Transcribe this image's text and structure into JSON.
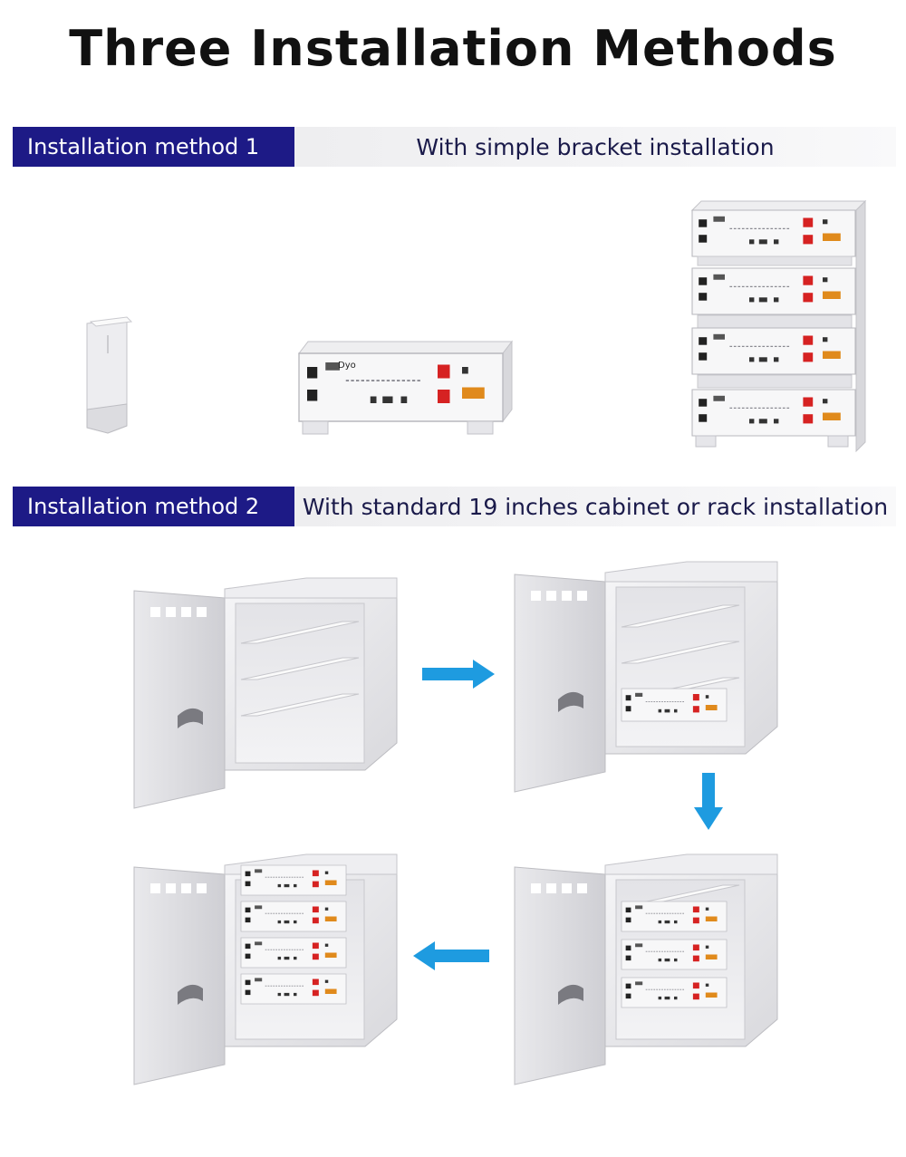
{
  "title": "Three Installation Methods",
  "sections": [
    {
      "tag": "Installation method 1",
      "description": "With simple bracket installation"
    },
    {
      "tag": "Installation method 2",
      "description": "With standard 19 inches cabinet or rack installation"
    }
  ],
  "brand_label": "Dyo",
  "colors": {
    "tag_background": "#1d1a86",
    "arrow": "#1e9be0",
    "terminal_red": "#d62222",
    "terminal_orange": "#e08a1c"
  },
  "icons": [
    "bracket-icon",
    "battery-module-icon",
    "battery-stack-icon",
    "cabinet-icon",
    "arrow-right-icon",
    "arrow-down-icon",
    "arrow-left-icon"
  ]
}
